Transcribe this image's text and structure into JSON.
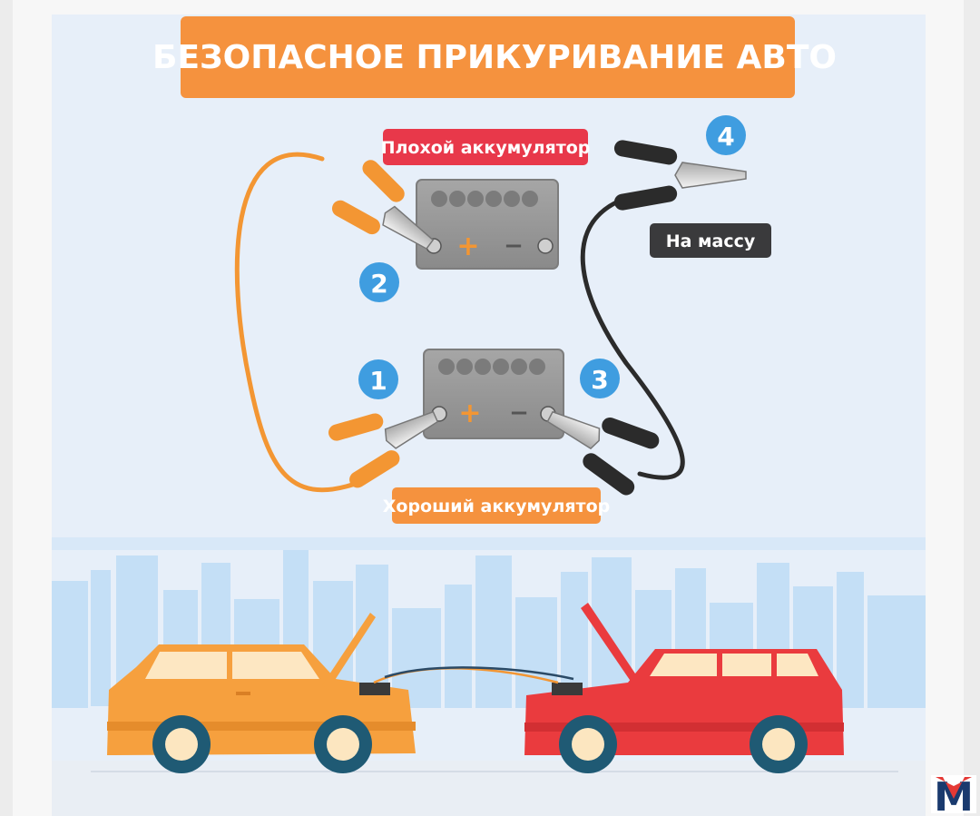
{
  "title": "БЕЗОПАСНОЕ ПРИКУРИВАНИЕ АВТО",
  "labels": {
    "bad_battery": "Плохой аккумулятор",
    "good_battery": "Хороший аккумулятор",
    "ground": "На массу"
  },
  "steps": [
    "1",
    "2",
    "3",
    "4"
  ],
  "terminals": {
    "plus": "+",
    "minus": "−"
  },
  "logo": "M",
  "colors": {
    "title_bg": "#f5923e",
    "bad_label_bg": "#e8384a",
    "good_label_bg": "#f5923e",
    "ground_label_bg": "#3a3a3c",
    "step_badge": "#3f9de0",
    "orange_cable": "#f39633",
    "black_cable": "#2b2b2b",
    "battery": "#9a9a9a",
    "panel_bg": "#e6eef9",
    "city": "#bfdcf6",
    "car_orange": "#f6a03e",
    "car_red": "#ea3b3e",
    "wheel": "#1f5a74"
  }
}
